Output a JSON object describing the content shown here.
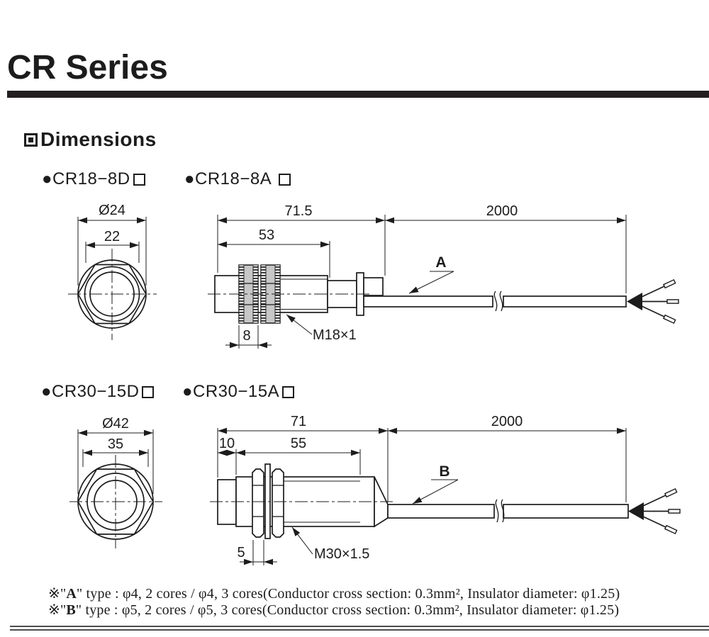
{
  "header": {
    "title": "CR Series",
    "section_title": "Dimensions"
  },
  "colors": {
    "ink": "#1c1c1c",
    "knurled_nut_fill": "#c7c7c7",
    "page_background": "#ffffff"
  },
  "sections": [
    {
      "label_left": {
        "text": "●CR18−8D",
        "suffix": "□"
      },
      "label_right": {
        "text": "●CR18−8A",
        "suffix": "□"
      },
      "front": {
        "outer_diameter": "Ø24",
        "across_flats": "22"
      },
      "side": {
        "overall_length": "71.5",
        "body_length": "53",
        "cable_length": "2000",
        "nut_width": "8",
        "thread_spec": "M18×1",
        "cable_type_label": "A"
      }
    },
    {
      "label_left": {
        "text": "●CR30−15D",
        "suffix": "□"
      },
      "label_right": {
        "text": "●CR30−15A",
        "suffix": "□"
      },
      "front": {
        "outer_diameter": "Ø42",
        "across_flats": "35"
      },
      "side": {
        "overall_length": "71",
        "head_length": "10",
        "body_length": "55",
        "cable_length": "2000",
        "nut_width": "5",
        "thread_spec": "M30×1.5",
        "cable_type_label": "B"
      }
    }
  ],
  "notes": [
    {
      "pre": "※\"",
      "bold": "A",
      "post": "\" type : φ4, 2 cores / φ4, 3 cores(Conductor cross section: 0.3mm², Insulator diameter: φ1.25)"
    },
    {
      "pre": "※\"",
      "bold": "B",
      "post": "\" type : φ5, 2 cores / φ5, 3 cores(Conductor cross section: 0.3mm², Insulator diameter: φ1.25)"
    }
  ]
}
